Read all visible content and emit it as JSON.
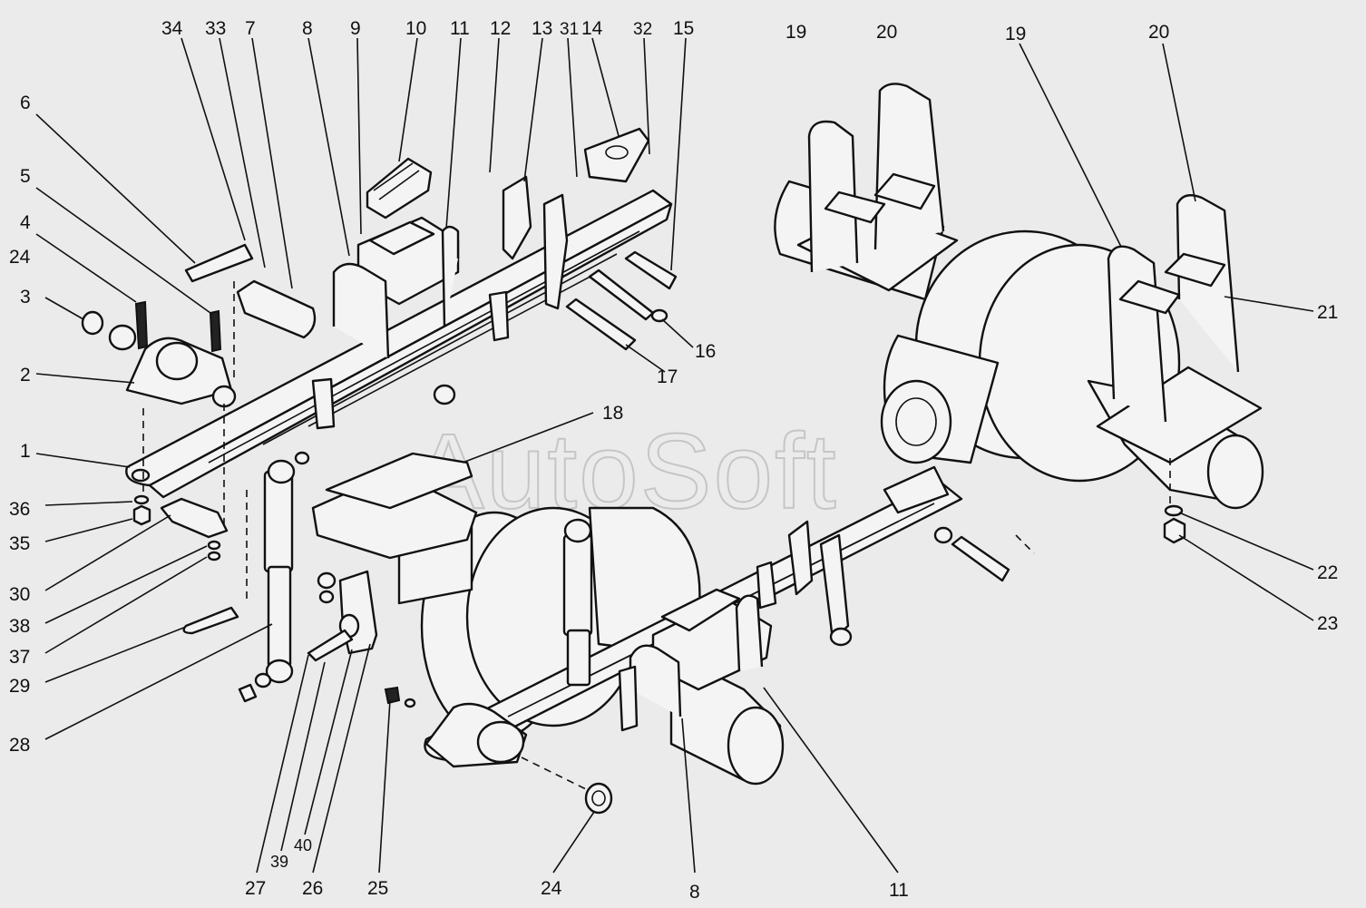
{
  "watermark": "AutoSoft",
  "labels": [
    {
      "id": "34a",
      "text": "34"
    },
    {
      "id": "33a",
      "text": "33"
    },
    {
      "id": "7a",
      "text": "7"
    },
    {
      "id": "8a",
      "text": "8"
    },
    {
      "id": "9a",
      "text": "9"
    },
    {
      "id": "10a",
      "text": "10"
    },
    {
      "id": "11a",
      "text": "11"
    },
    {
      "id": "12a",
      "text": "12"
    },
    {
      "id": "13a",
      "text": "13"
    },
    {
      "id": "31a",
      "text": "31"
    },
    {
      "id": "14a",
      "text": "14"
    },
    {
      "id": "32a",
      "text": "32"
    },
    {
      "id": "15a",
      "text": "15"
    },
    {
      "id": "19a",
      "text": "19"
    },
    {
      "id": "20a",
      "text": "20"
    },
    {
      "id": "19b",
      "text": "19"
    },
    {
      "id": "20b",
      "text": "20"
    },
    {
      "id": "6a",
      "text": "6"
    },
    {
      "id": "5a",
      "text": "5"
    },
    {
      "id": "4a",
      "text": "4"
    },
    {
      "id": "24a",
      "text": "24"
    },
    {
      "id": "3a",
      "text": "3"
    },
    {
      "id": "2a",
      "text": "2"
    },
    {
      "id": "1a",
      "text": "1"
    },
    {
      "id": "36a",
      "text": "36"
    },
    {
      "id": "35a",
      "text": "35"
    },
    {
      "id": "30a",
      "text": "30"
    },
    {
      "id": "38a",
      "text": "38"
    },
    {
      "id": "37a",
      "text": "37"
    },
    {
      "id": "29a",
      "text": "29"
    },
    {
      "id": "28a",
      "text": "28"
    },
    {
      "id": "16a",
      "text": "16"
    },
    {
      "id": "17a",
      "text": "17"
    },
    {
      "id": "18a",
      "text": "18"
    },
    {
      "id": "21a",
      "text": "21"
    },
    {
      "id": "22a",
      "text": "22"
    },
    {
      "id": "23a",
      "text": "23"
    },
    {
      "id": "27a",
      "text": "27"
    },
    {
      "id": "39a",
      "text": "39"
    },
    {
      "id": "40a",
      "text": "40"
    },
    {
      "id": "26a",
      "text": "26"
    },
    {
      "id": "25a",
      "text": "25"
    },
    {
      "id": "24b",
      "text": "24"
    },
    {
      "id": "8b",
      "text": "8"
    },
    {
      "id": "11b",
      "text": "11"
    }
  ]
}
